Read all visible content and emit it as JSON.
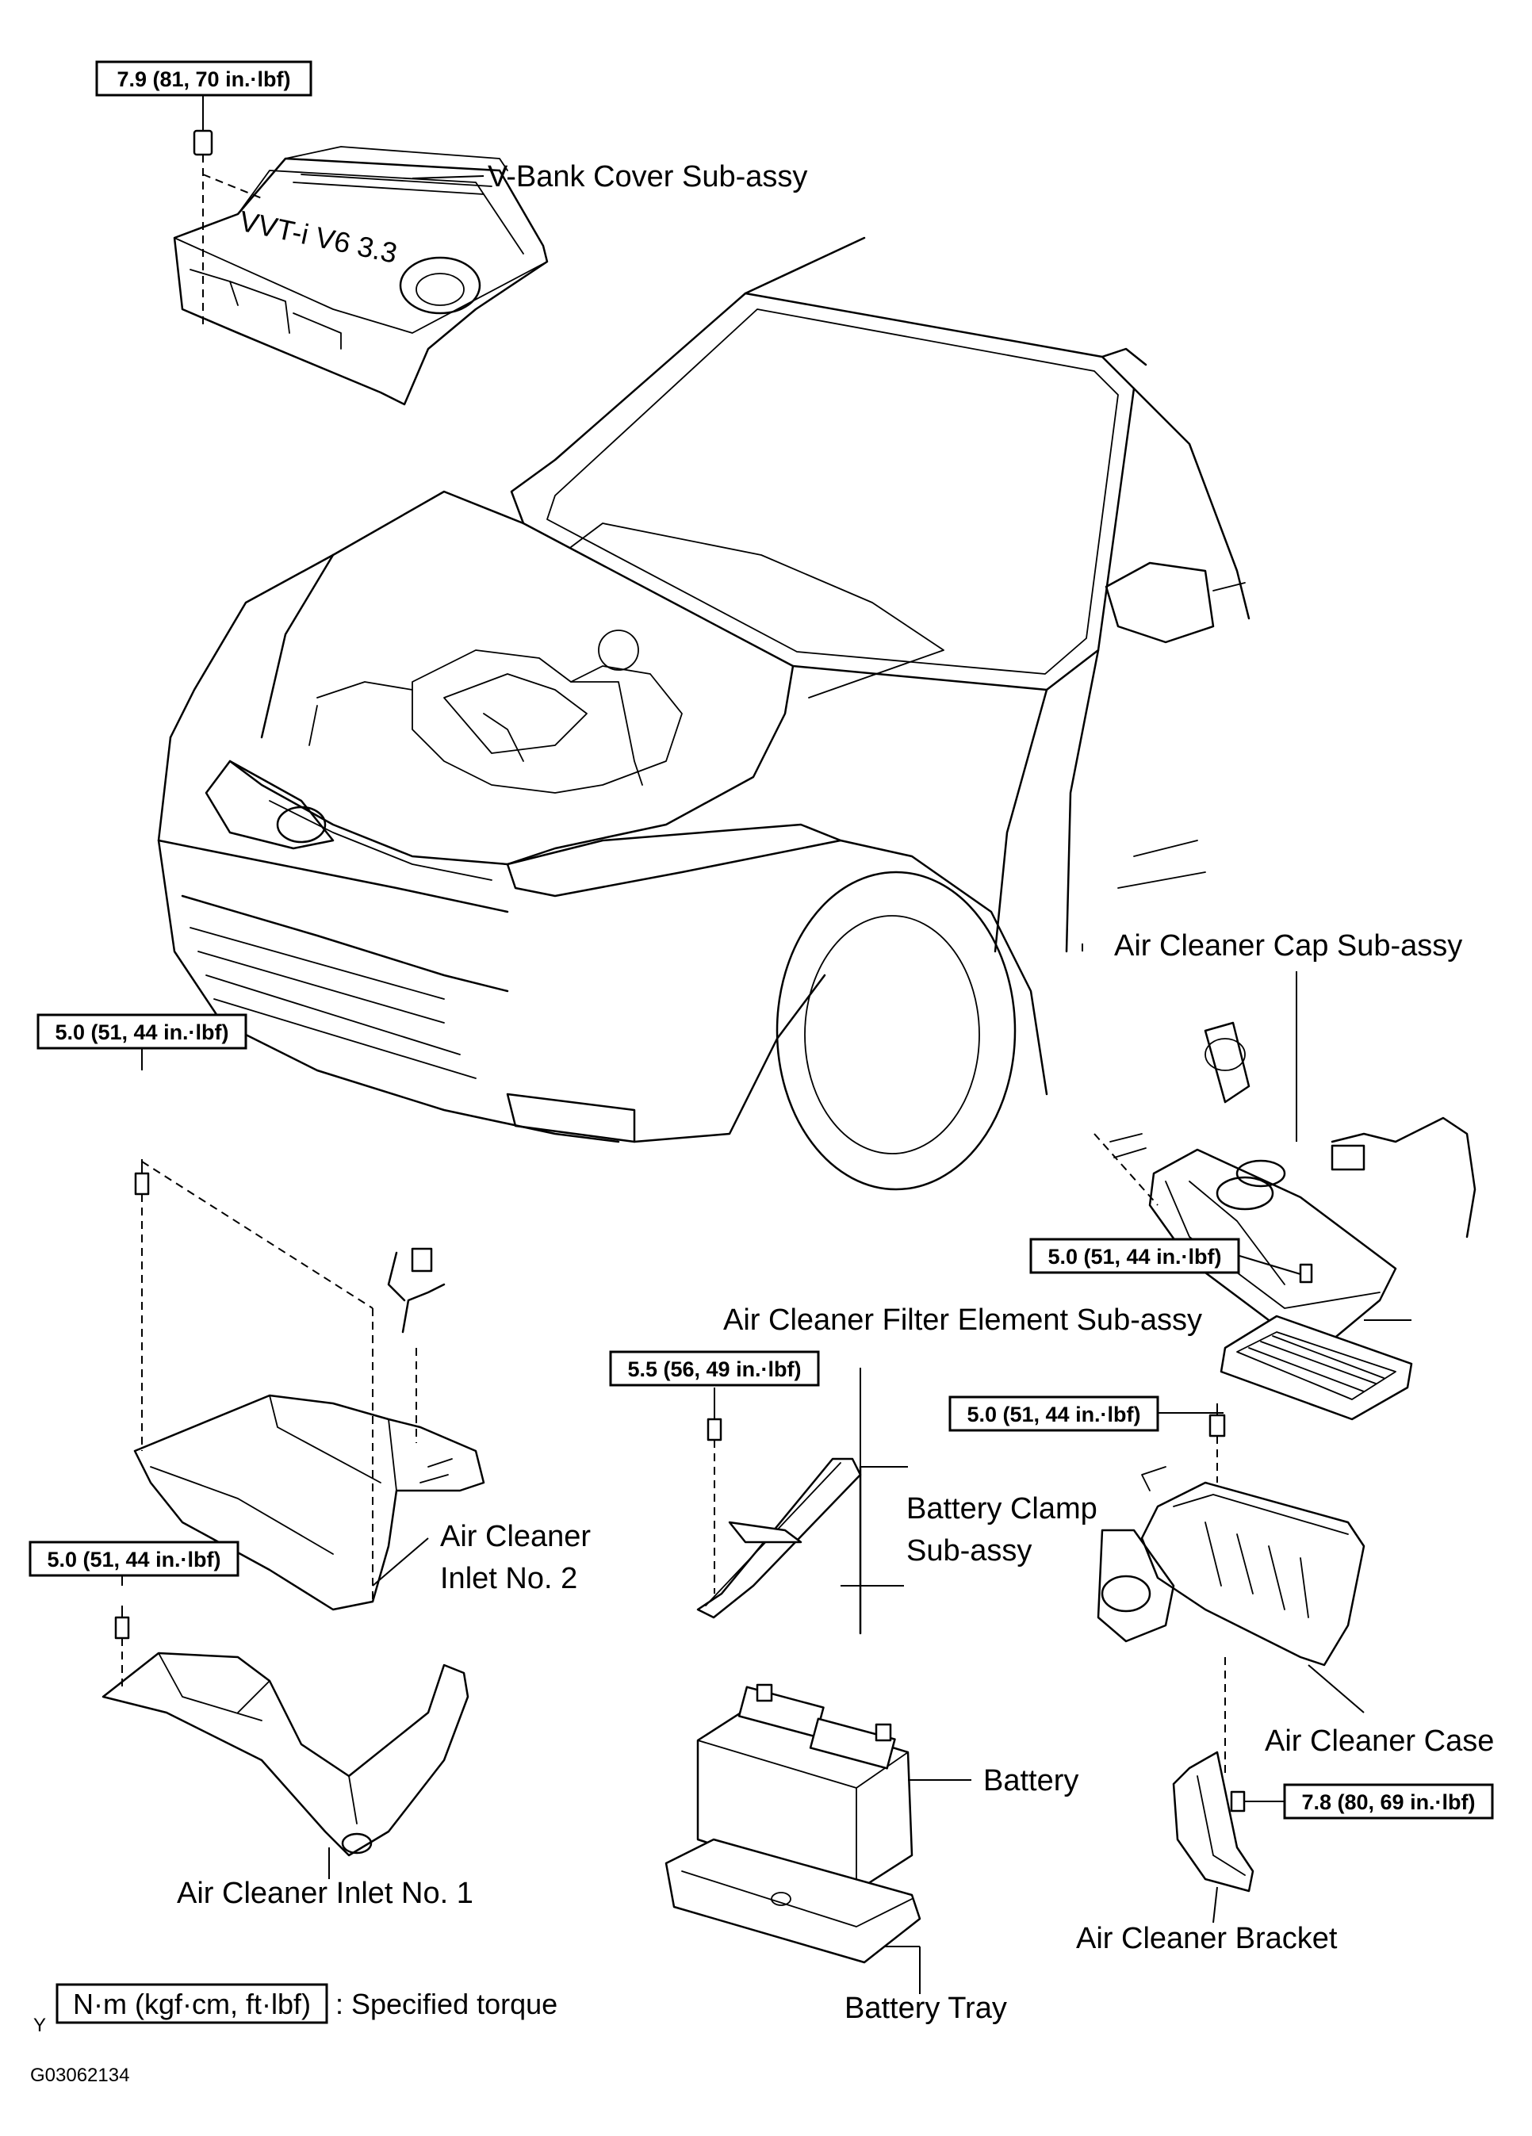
{
  "labels": {
    "v_bank_cover": "V-Bank Cover Sub-assy",
    "air_cleaner_cap": "Air Cleaner Cap Sub-assy",
    "air_cleaner_filter": "Air Cleaner Filter Element Sub-assy",
    "air_cleaner_inlet_no2_line1": "Air Cleaner",
    "air_cleaner_inlet_no2_line2": "Inlet No. 2",
    "battery_clamp_line1": "Battery Clamp",
    "battery_clamp_line2": "Sub-assy",
    "air_cleaner_case": "Air Cleaner Case",
    "battery": "Battery",
    "air_cleaner_inlet_no1": "Air Cleaner Inlet No. 1",
    "air_cleaner_bracket": "Air Cleaner Bracket",
    "battery_tray": "Battery Tray"
  },
  "torques": {
    "v_bank_cover": "7.9 (81, 70 in.·lbf)",
    "inlet_no2_bolt": "5.0 (51, 44 in.·lbf)",
    "air_cleaner_cap_bolt": "5.0 (51, 44 in.·lbf)",
    "battery_clamp_bolt": "5.5 (56, 49 in.·lbf)",
    "air_cleaner_case_bolt": "5.0 (51, 44 in.·lbf)",
    "inlet_no1_bolt": "5.0 (51, 44 in.·lbf)",
    "air_cleaner_bracket_bolt": "7.8 (80, 69 in.·lbf)"
  },
  "engine_cover_text": "VVT-i V6 3.3",
  "legend": {
    "unit_box": "N·m (kgf·cm, ft·lbf)",
    "description": ": Specified torque",
    "corner_mark": "Y"
  },
  "figure_code": "G03062134"
}
